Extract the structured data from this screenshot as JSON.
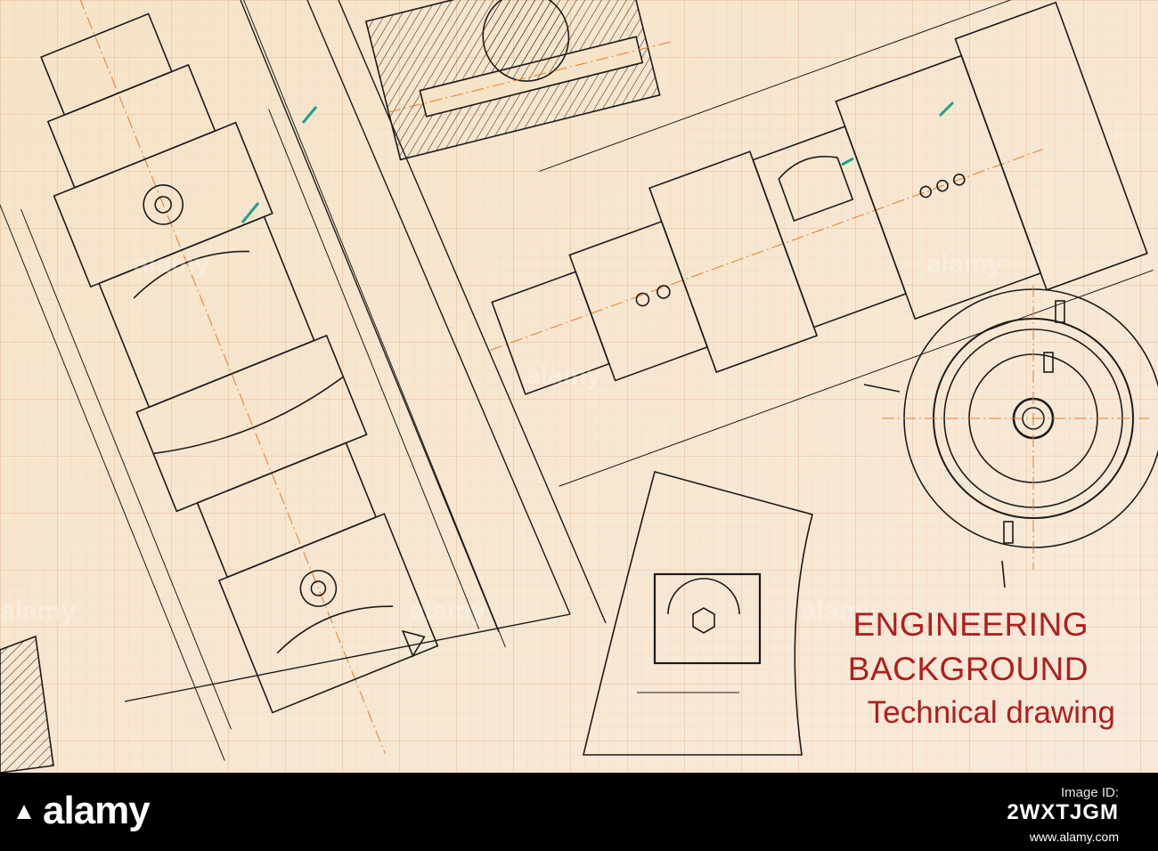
{
  "headline": {
    "line1": "ENGINEERING",
    "line2": "BACKGROUND",
    "line3": "Technical drawing"
  },
  "watermark": "alamy",
  "footer": {
    "brand": "alamy",
    "image_id_label": "Image ID:",
    "image_id": "2WXTJGM",
    "site": "www.alamy.com"
  },
  "colors": {
    "paper": "#f5e6cf",
    "grid": "#edbfa0",
    "line": "#1b1b1b",
    "centerline": "#e67a2a",
    "accent_teal": "#1fa08a",
    "headline": "#b01e1e",
    "footer": "#000000"
  }
}
